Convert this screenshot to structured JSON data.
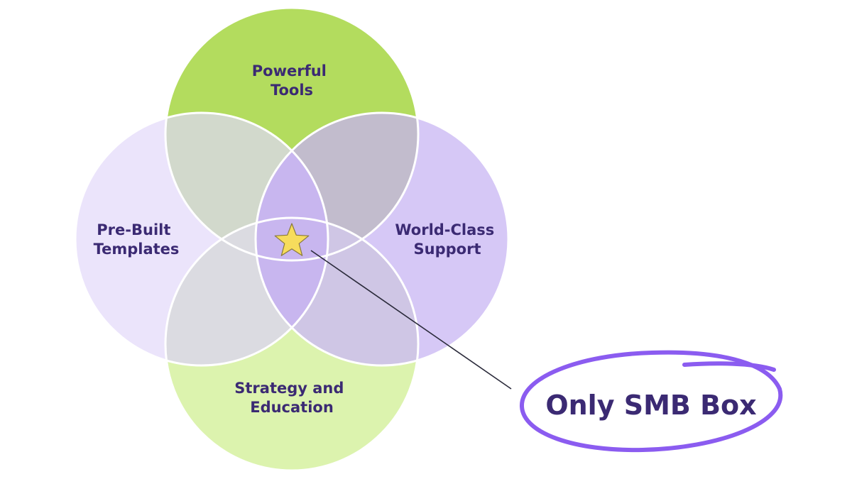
{
  "diagram": {
    "circles": [
      {
        "id": "top",
        "label_lines": [
          "Powerful",
          "Tools"
        ],
        "color": "#b3dc5e"
      },
      {
        "id": "left",
        "label_lines": [
          "Pre-Built",
          "Templates"
        ],
        "color": "#ebe4fb"
      },
      {
        "id": "right",
        "label_lines": [
          "World-Class",
          "Support"
        ],
        "color": "#d6c8f6"
      },
      {
        "id": "bottom",
        "label_lines": [
          "Strategy and",
          "Education"
        ],
        "color": "#dcf3ae"
      }
    ],
    "overlap_colors": {
      "top_left": "#d2d9cc",
      "top_right": "#c2bccd",
      "bottom_left": "#dbdbe1",
      "bottom_right": "#cfc6e5",
      "center": "#c8b6ef"
    },
    "center_marker": {
      "icon": "star-icon",
      "color": "#f7dc5c"
    },
    "callout": {
      "label": "Only SMB Box",
      "ring_color": "#8b5cf0",
      "leader_color": "#2a2a3a"
    },
    "stroke_color": "#ffffff",
    "text_color": "#3b2a73"
  }
}
